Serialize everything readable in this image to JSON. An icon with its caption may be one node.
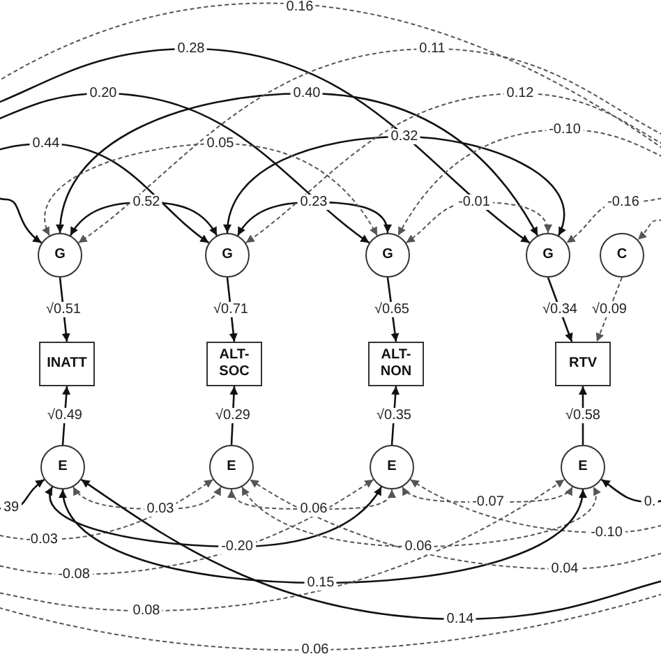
{
  "diagram": {
    "nodes": [
      {
        "text": [
          "G"
        ]
      },
      {
        "text": [
          "G"
        ]
      },
      {
        "text": [
          "G"
        ]
      },
      {
        "text": [
          "G"
        ]
      },
      {
        "text": [
          "C"
        ]
      },
      {
        "text": [
          "INATT"
        ]
      },
      {
        "text": [
          "ALT- SOC"
        ]
      },
      {
        "text": [
          "ALT- NON"
        ]
      },
      {
        "text": [
          "RTV"
        ]
      },
      {
        "text": [
          "E"
        ]
      },
      {
        "text": [
          "E"
        ]
      },
      {
        "text": [
          "E"
        ]
      },
      {
        "text": [
          "E"
        ]
      }
    ],
    "edges": [
      {
        "from": 0,
        "to": 5,
        "arrow": "to",
        "label": "√0.51"
      },
      {
        "from": 1,
        "to": 6,
        "arrow": "to",
        "label": "√0.71"
      },
      {
        "from": 2,
        "to": 7,
        "arrow": "to",
        "label": "√0.65"
      },
      {
        "from": 3,
        "to": 8,
        "arrow": "to",
        "label": "√0.34"
      },
      {
        "from": 4,
        "to": 8,
        "arrow": "to",
        "label": "√0.09",
        "style": "dashed"
      },
      {
        "from": 9,
        "to": 5,
        "arrow": "to",
        "label": "√0.49"
      },
      {
        "from": 10,
        "to": 6,
        "arrow": "to",
        "label": "√0.29"
      },
      {
        "from": 11,
        "to": 7,
        "arrow": "to",
        "label": "√0.35"
      },
      {
        "from": 12,
        "to": 8,
        "arrow": "to",
        "label": "√0.58"
      },
      {
        "from": null,
        "to": 0,
        "arrow": "to"
      },
      {
        "from": 0,
        "to": 1,
        "arrow": "both",
        "label": "0.52"
      },
      {
        "from": 1,
        "to": 2,
        "arrow": "both",
        "label": "0.23"
      },
      {
        "from": null,
        "to": 1,
        "arrow": "to",
        "label": "0.44"
      },
      {
        "from": null,
        "to": 2,
        "arrow": "to",
        "label": "0.20"
      },
      {
        "from": null,
        "to": 3,
        "arrow": "to",
        "label": "0.28"
      },
      {
        "from": 0,
        "to": 3,
        "arrow": "both",
        "label": "0.40"
      },
      {
        "from": 1,
        "to": 3,
        "arrow": "both",
        "label": "0.32"
      },
      {
        "from": null,
        "to": 0,
        "arrow": "to",
        "label": "0.11",
        "style": "dashed"
      },
      {
        "from": 0,
        "to": 2,
        "arrow": "both",
        "label": "0.05",
        "style": "dashed"
      },
      {
        "from": null,
        "to": 1,
        "arrow": "to",
        "label": "0.12",
        "style": "dashed"
      },
      {
        "from": null,
        "to": 2,
        "arrow": "to",
        "label": "-0.10",
        "style": "dashed"
      },
      {
        "from": 2,
        "to": 3,
        "arrow": "both",
        "label": "-0.01",
        "style": "dashed"
      },
      {
        "from": null,
        "to": 3,
        "arrow": "to",
        "label": "-0.16",
        "style": "dashed"
      },
      {
        "from": null,
        "to": 4,
        "arrow": "to",
        "style": "dashed"
      },
      {
        "from": null,
        "to": 9,
        "arrow": "to",
        "label": "39"
      },
      {
        "from": 9,
        "to": 10,
        "arrow": "both",
        "label": "0.03",
        "style": "dashed"
      },
      {
        "from": 10,
        "to": 11,
        "arrow": "both",
        "label": "0.06",
        "style": "dashed"
      },
      {
        "from": 11,
        "to": 12,
        "arrow": "both",
        "label": "-0.07",
        "style": "dashed"
      },
      {
        "from": null,
        "to": 12,
        "arrow": "to",
        "label": "0."
      },
      {
        "from": null,
        "to": 10,
        "arrow": "to",
        "label": "-0.03",
        "style": "dashed"
      },
      {
        "from": 9,
        "to": 11,
        "arrow": "both",
        "label": "-0.20"
      },
      {
        "from": 10,
        "to": 12,
        "arrow": "both",
        "label": "0.06",
        "style": "dashed"
      },
      {
        "from": null,
        "to": 11,
        "arrow": "to",
        "label": "-0.10",
        "style": "dashed"
      },
      {
        "from": null,
        "to": 11,
        "arrow": "to",
        "label": "-0.08",
        "style": "dashed"
      },
      {
        "from": 9,
        "to": 12,
        "arrow": "both",
        "label": "0.15"
      },
      {
        "from": null,
        "to": 10,
        "arrow": "to",
        "label": "0.04",
        "style": "dashed"
      },
      {
        "from": null,
        "to": 12,
        "arrow": "to",
        "label": "0.08",
        "style": "dashed"
      },
      {
        "from": null,
        "to": 9,
        "arrow": "to",
        "label": "0.14"
      }
    ],
    "labels": [
      "0.16",
      "0.06"
    ]
  }
}
